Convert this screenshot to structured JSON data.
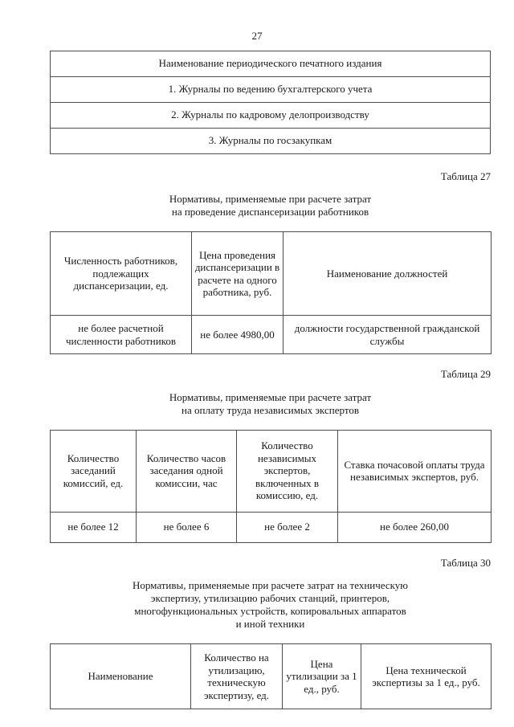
{
  "page_number": "27",
  "table_periodicals": {
    "header": "Наименование периодического печатного издания",
    "rows": [
      "1. Журналы по ведению бухгалтерского учета",
      "2. Журналы по кадровому делопроизводству",
      "3. Журналы по госзакупкам"
    ]
  },
  "section27": {
    "caption": "Таблица 27",
    "title_line1": "Нормативы, применяемые при расчете затрат",
    "title_line2": "на проведение диспансеризации работников",
    "headers": [
      "Численность работников, подлежащих диспансеризации, ед.",
      "Цена проведения диспансеризации в расчете на одного работника, руб.",
      "Наименование должностей"
    ],
    "row": [
      "не более расчетной численности работников",
      "не более 4980,00",
      "должности государственной гражданской службы"
    ]
  },
  "section29": {
    "caption": "Таблица 29",
    "title_line1": "Нормативы, применяемые при расчете затрат",
    "title_line2": "на оплату труда независимых экспертов",
    "headers": [
      "Количество заседаний комиссий, ед.",
      "Количество часов заседания одной комиссии, час",
      "Количество независимых экспертов, включенных в комиссию, ед.",
      "Ставка почасовой оплаты труда независимых экспертов, руб."
    ],
    "row": [
      "не более 12",
      "не более 6",
      "не более 2",
      "не более 260,00"
    ]
  },
  "section30": {
    "caption": "Таблица 30",
    "title_line1": "Нормативы, применяемые при расчете затрат на техническую",
    "title_line2": "экспертизу, утилизацию рабочих станций, принтеров,",
    "title_line3": "многофункциональных устройств, копировальных аппаратов",
    "title_line4": "и иной техники",
    "headers": [
      "Наименование",
      "Количество на утилизацию, техническую экспертизу, ед.",
      "Цена утилизации за 1 ед., руб.",
      "Цена технической экспертизы за 1 ед., руб."
    ]
  }
}
